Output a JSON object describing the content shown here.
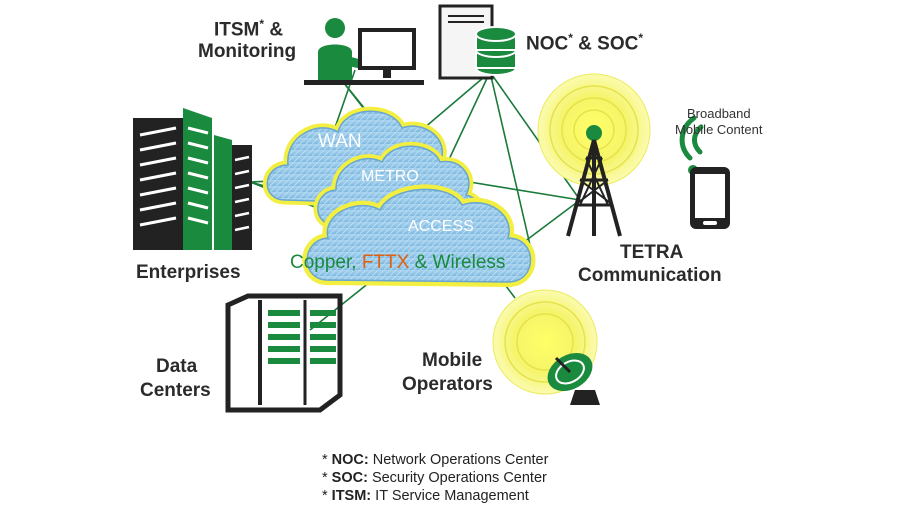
{
  "labels": {
    "itsm_line1": "ITSM",
    "itsm_star": "*",
    "itsm_amp": " &",
    "itsm_line2": "Monitoring",
    "noc_soc": "NOC",
    "noc_star": "*",
    "noc_soc_rest": " & SOC",
    "noc_soc_star": "*",
    "broadband_line1": "Broadband",
    "broadband_line2": "Mobile Content",
    "tetra_line1": "TETRA",
    "tetra_line2": "Communication",
    "enterprises": "Enterprises",
    "data_centers_line1": "Data",
    "data_centers_line2": "Centers",
    "mobile_ops_line1": "Mobile",
    "mobile_ops_line2": "Operators"
  },
  "clouds": {
    "wan": "WAN",
    "metro": "METRO",
    "access": "ACCESS"
  },
  "technology": {
    "part1": "Copper, ",
    "part2": "FTTX",
    "part3": " & Wireless"
  },
  "legend": [
    {
      "star": "* ",
      "abbr": "NOC:",
      "text": " Network Operations Center"
    },
    {
      "star": "* ",
      "abbr": "SOC:",
      "text": " Security Operations Center"
    },
    {
      "star": "* ",
      "abbr": "ITSM:",
      "text": " IT Service Management"
    }
  ],
  "colors": {
    "green": "#1a8a3e",
    "dark": "#222222",
    "cloud_blue": "#8ec3e6",
    "cloud_glow": "#f4f25a",
    "link_green": "#1a7a3a",
    "fttx_orange": "#e06010",
    "tech_green": "#1a8a3e"
  }
}
